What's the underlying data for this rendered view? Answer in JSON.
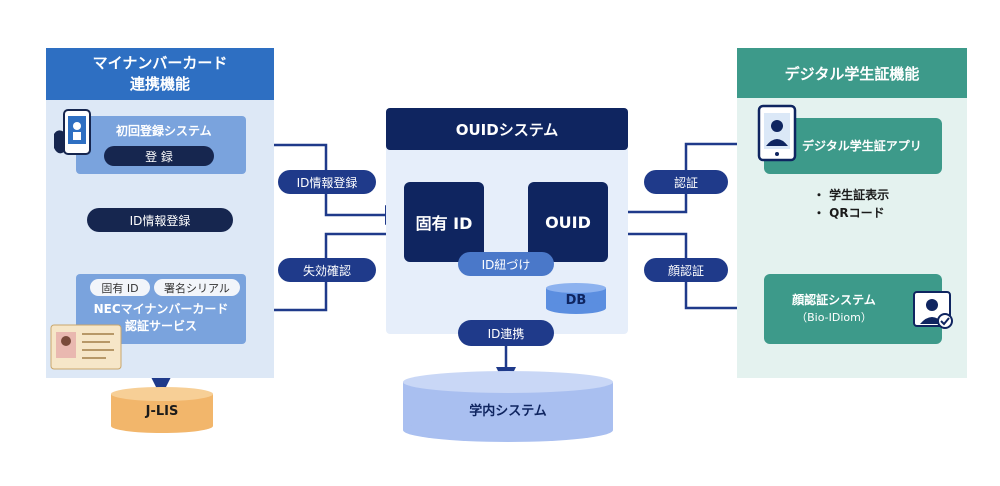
{
  "left": {
    "header": "マイナンバーカード\n連携機能",
    "initial_reg": {
      "title": "初回登録システム",
      "button": "登 録"
    },
    "id_info_reg": "ID情報登録",
    "nec": {
      "tag1": "固有 ID",
      "tag2": "署名シリアル",
      "title": "NECマイナンバーカード\n認証サービス"
    },
    "jlis": "J-LIS"
  },
  "center": {
    "header": "OUIDシステム",
    "unique_id": "固有 ID",
    "ouid": "OUID",
    "link": "ID紐づけ",
    "db": "DB",
    "id_link": "ID連携",
    "campus": "学内システム"
  },
  "arrows": {
    "id_info_reg": "ID情報登録",
    "invalidation": "失効確認",
    "auth": "認証",
    "face_auth": "顔認証"
  },
  "right": {
    "header": "デジタル学生証機能",
    "app": "デジタル学生証アプリ",
    "bullet1": "・ 学生証表示",
    "bullet2": "・ QRコード",
    "face": {
      "title": "顔認証システム",
      "sub": "（Bio-IDiom）"
    }
  },
  "colors": {
    "left_header": "#2e6fc2",
    "center_header": "#0f2560",
    "right_header": "#3d9a8a",
    "arrow": "#1f3a8a"
  },
  "icons": [
    "phone-hand-icon",
    "mynumber-card-icon",
    "smartphone-id-icon",
    "face-scan-icon",
    "database-icon",
    "cylinder-icon"
  ]
}
